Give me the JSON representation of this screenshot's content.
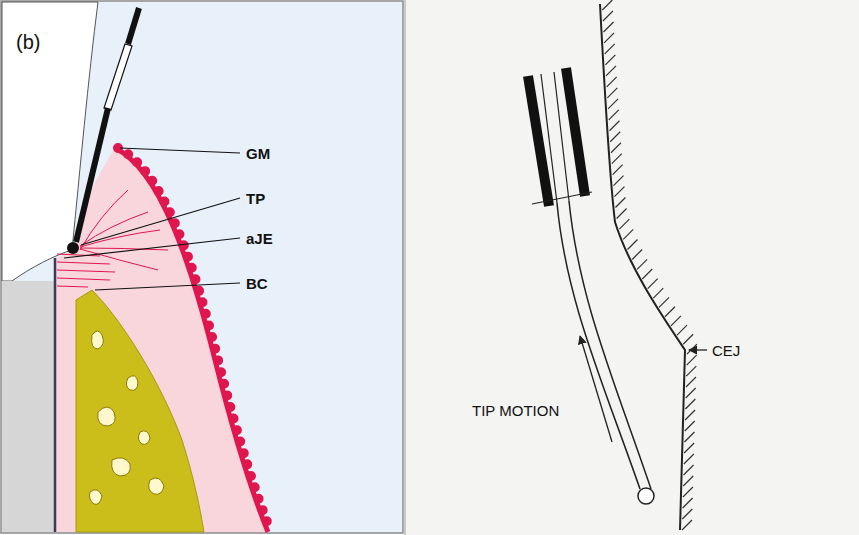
{
  "diagram": {
    "labels": [
      "(b)",
      "GM",
      "TP",
      "aJE",
      "BC",
      "TIP MOTION",
      "CEJ"
    ]
  }
}
